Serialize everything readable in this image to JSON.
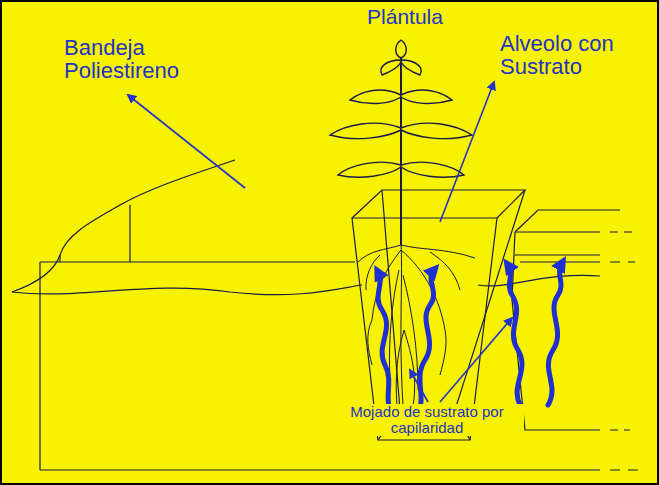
{
  "diagram": {
    "labels": [
      "Plántula",
      "Bandeja Poliestireno",
      "Alveolo con Sustrato",
      "Mojado de sustrato por capilaridad"
    ]
  }
}
